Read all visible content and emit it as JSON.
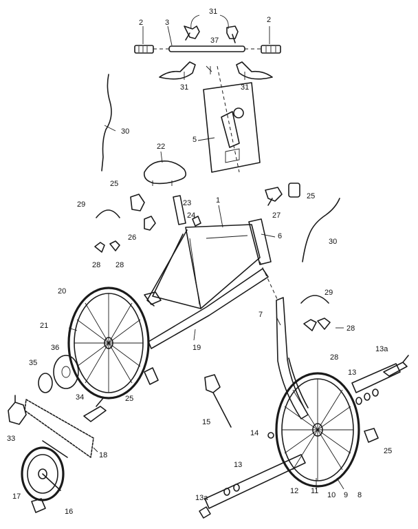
{
  "callouts": [
    {
      "id": "c2l",
      "text": "2"
    },
    {
      "id": "c3",
      "text": "3"
    },
    {
      "id": "c31t",
      "text": "31"
    },
    {
      "id": "c37",
      "text": "37"
    },
    {
      "id": "c2r",
      "text": "2"
    },
    {
      "id": "c31l",
      "text": "31"
    },
    {
      "id": "c31r",
      "text": "31"
    },
    {
      "id": "c30l",
      "text": "30"
    },
    {
      "id": "c5",
      "text": "5"
    },
    {
      "id": "c22",
      "text": "22"
    },
    {
      "id": "c25a",
      "text": "25"
    },
    {
      "id": "c27",
      "text": "27"
    },
    {
      "id": "c25b",
      "text": "25"
    },
    {
      "id": "c29l",
      "text": "29"
    },
    {
      "id": "c23",
      "text": "23"
    },
    {
      "id": "c1",
      "text": "1"
    },
    {
      "id": "c24",
      "text": "24"
    },
    {
      "id": "c26",
      "text": "26"
    },
    {
      "id": "c6",
      "text": "6"
    },
    {
      "id": "c30r",
      "text": "30"
    },
    {
      "id": "c28a",
      "text": "28"
    },
    {
      "id": "c28b",
      "text": "28"
    },
    {
      "id": "c29r",
      "text": "29"
    },
    {
      "id": "c20",
      "text": "20"
    },
    {
      "id": "c7",
      "text": "7"
    },
    {
      "id": "c28c",
      "text": "28"
    },
    {
      "id": "c28d",
      "text": "28"
    },
    {
      "id": "c21",
      "text": "21"
    },
    {
      "id": "c19",
      "text": "19"
    },
    {
      "id": "c13a_top",
      "text": "13a"
    },
    {
      "id": "c36",
      "text": "36"
    },
    {
      "id": "c35",
      "text": "35"
    },
    {
      "id": "c13r",
      "text": "13"
    },
    {
      "id": "c25c",
      "text": "25"
    },
    {
      "id": "c34",
      "text": "34"
    },
    {
      "id": "c33",
      "text": "33"
    },
    {
      "id": "c15",
      "text": "15"
    },
    {
      "id": "c14",
      "text": "14"
    },
    {
      "id": "c25d",
      "text": "25"
    },
    {
      "id": "c18",
      "text": "18"
    },
    {
      "id": "c13b",
      "text": "13"
    },
    {
      "id": "c17",
      "text": "17"
    },
    {
      "id": "c12",
      "text": "12"
    },
    {
      "id": "c11",
      "text": "11"
    },
    {
      "id": "c10",
      "text": "10"
    },
    {
      "id": "c9",
      "text": "9"
    },
    {
      "id": "c8",
      "text": "8"
    },
    {
      "id": "c13a_bot",
      "text": "13a"
    },
    {
      "id": "c16",
      "text": "16"
    }
  ]
}
